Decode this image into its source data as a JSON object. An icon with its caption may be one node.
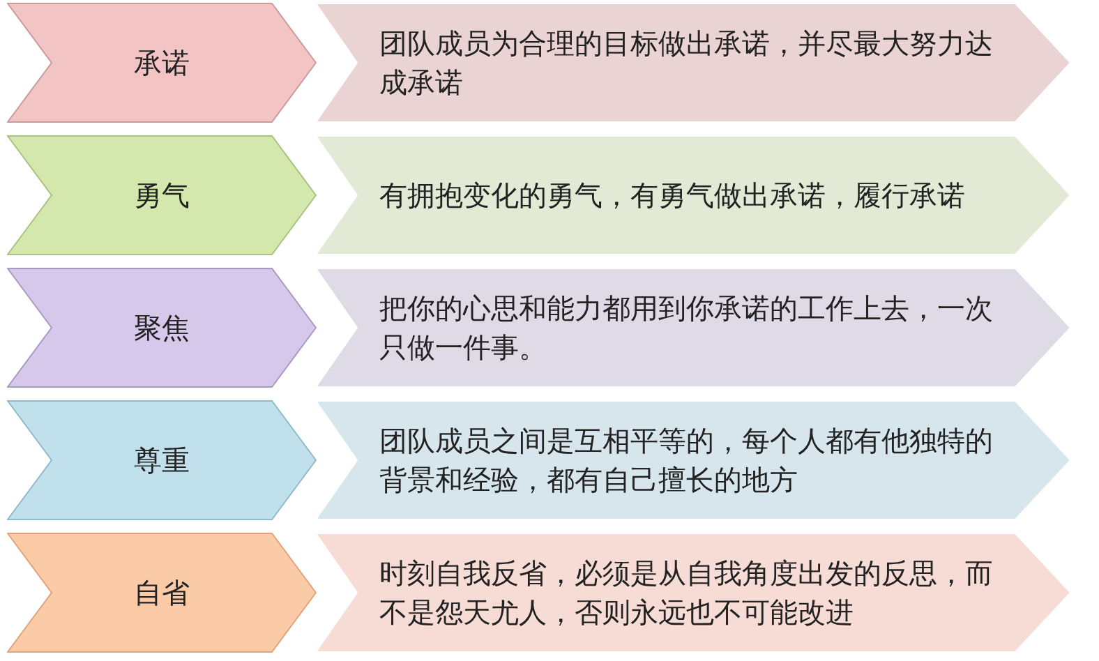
{
  "diagram": {
    "nodes": [
      {
        "text": [
          "承诺"
        ]
      },
      {
        "text": [
          "团队成员为合理的目标做出承诺，并尽最大努力达成承诺"
        ]
      },
      {
        "text": [
          "勇气"
        ]
      },
      {
        "text": [
          "有拥抱变化的勇气，有勇气做出承诺，履行承诺"
        ]
      },
      {
        "text": [
          "聚焦"
        ]
      },
      {
        "text": [
          "把你的心思和能力都用到你承诺的工作上去，一次只做一件事。"
        ]
      },
      {
        "text": [
          "尊重"
        ]
      },
      {
        "text": [
          "团队成员之间是互相平等的，每个人都有他独特的背景和经验，都有自己擅长的地方"
        ]
      },
      {
        "text": [
          "自省"
        ]
      },
      {
        "text": [
          "时刻自我反省，必须是从自我角度出发的反思，而不是怨天尤人，否则永远也不可能改进"
        ]
      }
    ]
  }
}
